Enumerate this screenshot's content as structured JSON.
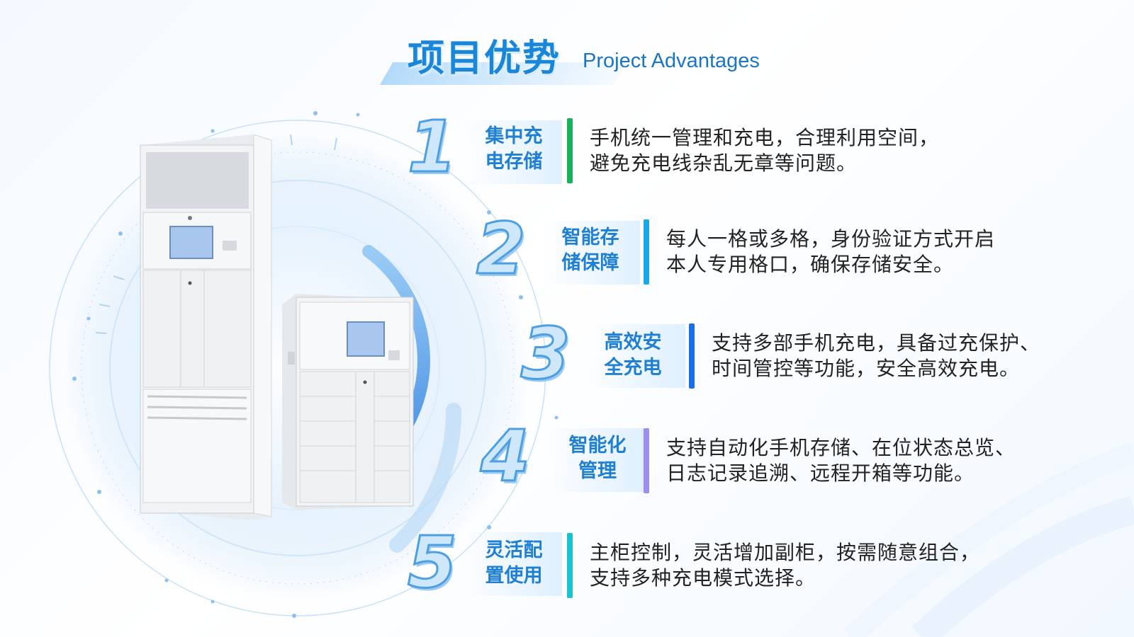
{
  "header": {
    "title_cn": "项目优势",
    "title_en": "Project Advantages"
  },
  "items": [
    {
      "number": "1",
      "label_line1": "集中充",
      "label_line2": "电存储",
      "desc_line1": "手机统一管理和充电，合理利用空间，",
      "desc_line2": "避免充电线杂乱无章等问题。",
      "bar_color": "#17b257"
    },
    {
      "number": "2",
      "label_line1": "智能存",
      "label_line2": "储保障",
      "desc_line1": "每人一格或多格，身份验证方式开启",
      "desc_line2": "本人专用格口，确保存储安全。",
      "bar_color": "#1aa7e8"
    },
    {
      "number": "3",
      "label_line1": "高效安",
      "label_line2": "全充电",
      "desc_line1": "支持多部手机充电，具备过充保护、",
      "desc_line2": "时间管控等功能，安全高效充电。",
      "bar_color": "#1a6fe8"
    },
    {
      "number": "4",
      "label_line1": "智能化",
      "label_line2": "管理",
      "desc_line1": "支持自动化手机存储、在位状态总览、",
      "desc_line2": "日志记录追溯、远程开箱等功能。",
      "bar_color": "#9a8ef0"
    },
    {
      "number": "5",
      "label_line1": "灵活配",
      "label_line2": "置使用",
      "desc_line1": "主柜控制，灵活增加副柜，按需随意组合，",
      "desc_line2": "支持多种充电模式选择。",
      "bar_color": "#19c2cf"
    }
  ],
  "icons": {
    "main_cabinet": "tall-phone-charging-cabinet-image",
    "sub_cabinet": "small-phone-locker-cabinet-image"
  }
}
